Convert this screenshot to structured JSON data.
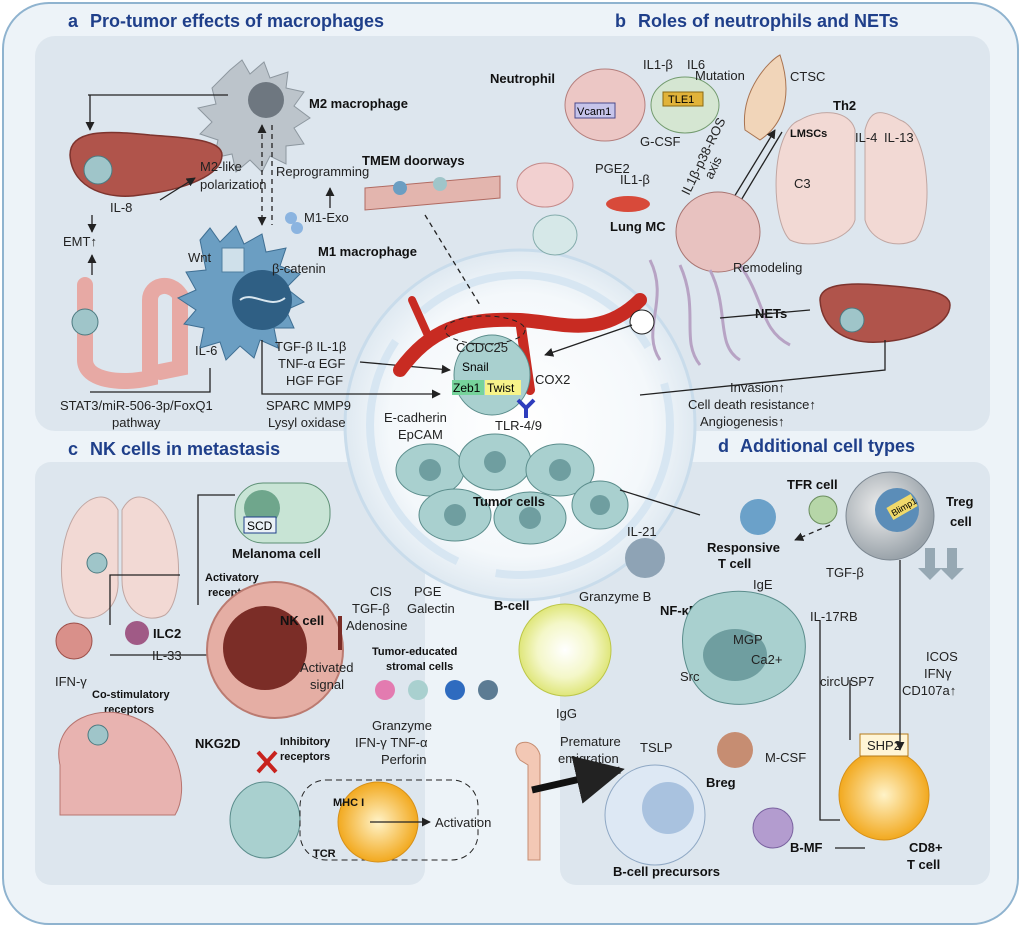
{
  "panels": {
    "a": {
      "letter": "a",
      "title": "Pro-tumor effects of macrophages"
    },
    "b": {
      "letter": "b",
      "title": "Roles of neutrophils and NETs"
    },
    "c": {
      "letter": "c",
      "title": "NK cells in metastasis"
    },
    "d": {
      "letter": "d",
      "title": "Additional cell types"
    }
  },
  "a": {
    "m2": "M2 macrophage",
    "m1": "M1 macrophage",
    "reprogramming": "Reprogramming",
    "m1exo": "M1-Exo",
    "m2like1": "M2-like",
    "m2like2": "polarization",
    "il8": "IL-8",
    "emt": "EMT↑",
    "wnt": "Wnt",
    "bcatenin": "β-catenin",
    "il6": "IL-6",
    "tmem": "TMEM doorways",
    "f1": "TGF-β  IL-1β",
    "f2": "TNF-α  EGF",
    "f3": "HGF  FGF",
    "stat1": "STAT3/miR-506-3p/FoxQ1",
    "stat2": "pathway",
    "sparc1": "SPARC  MMP9",
    "sparc2": "Lysyl oxidase"
  },
  "center": {
    "ccdc25": "CCDC25",
    "snail": "Snail",
    "zeb1": "Zeb1",
    "twist": "Twist",
    "cox2": "COX2",
    "tlr": "TLR-4/9",
    "ecad": "E-cadherin",
    "epcam": "EpCAM",
    "tumor": "Tumor cells"
  },
  "b": {
    "neutrophil": "Neutrophil",
    "il1b": "IL1-β",
    "il6": "IL6",
    "tle1": "TLE1",
    "vcam1": "Vcam1",
    "gcsf": "G-CSF",
    "mutation": "Mutation",
    "ctsc": "CTSC",
    "th2": "Th2",
    "lmscs": "LMSCs",
    "il4": "IL-4",
    "il13": "IL-13",
    "c3": "C3",
    "pge2": "PGE2",
    "il1b2": "IL1-β",
    "lungmc": "Lung MC",
    "axis1": "IL1β-p38-ROS",
    "axis2": "axis",
    "remodeling": "Remodeling",
    "nets": "NETs",
    "inv1": "Invasion↑",
    "inv2": "Cell death resistance↑",
    "inv3": "Angiogenesis↑"
  },
  "c": {
    "melanoma": "Melanoma cell",
    "scd": "SCD",
    "activatory1": "Activatory",
    "activatory2": "receptors",
    "ilc2": "ILC2",
    "il33": "IL-33",
    "ifng": "IFN-γ",
    "costim1": "Co-stimulatory",
    "costim2": "receptors",
    "nkcell": "NK cell",
    "activated1": "Activated",
    "activated2": "signal",
    "nkg2d": "NKG2D",
    "inhib1": "Inhibitory",
    "inhib2": "receptors",
    "cis": "CIS",
    "tgfb": "TGF-β",
    "adenosine": "Adenosine",
    "pge": "PGE",
    "galectin": "Galectin",
    "stromal1": "Tumor-educated",
    "stromal2": "stromal cells",
    "granzyme": "Granzyme",
    "ifntnf": "IFN-γ  TNF-α",
    "perforin": "Perforin",
    "mhc": "MHC I",
    "tcr": "TCR",
    "activation": "Activation"
  },
  "d": {
    "tfr": "TFR cell",
    "treg1": "Treg",
    "treg2": "cell",
    "blimp1": "Blimp1",
    "responsive1": "Responsive",
    "responsive2": "T cell",
    "il21": "IL-21",
    "granzymeb": "Granzyme B",
    "bcell": "B-cell",
    "ige": "IgE",
    "tgfb": "TGF-β",
    "il17rb": "IL-17RB",
    "nfkb": "NF-κB",
    "mgp": "MGP",
    "ca2": "Ca2+",
    "src": "Src",
    "circusp7": "circUSP7",
    "icos": "ICOS",
    "ifng": "IFNγ",
    "cd107a": "CD107a↑",
    "igg": "IgG",
    "premature1": "Premature",
    "premature2": "emigration",
    "tslp": "TSLP",
    "breg": "Breg",
    "mcsf": "M-CSF",
    "shp2": "SHP2",
    "bprecursors": "B-cell precursors",
    "bmf": "B-MF",
    "cd8a": "CD8+",
    "cd8b": "T cell"
  }
}
